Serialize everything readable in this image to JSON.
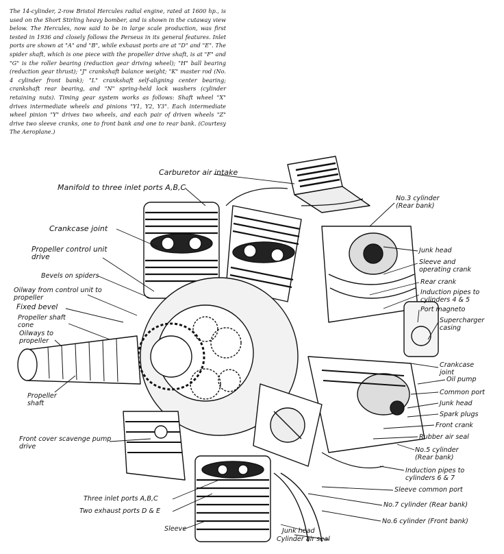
{
  "caption": "The 14-cylinder, 2-row Bristol Hercules radial engine, rated at 1600 hp., is used on the Short Stirling heavy bomber, and is shown in the cutaway view below. The Hercules, now said to be in large scale production, was first tested in 1936 and closely follows the Perseus in its general features. Inlet ports are shown at \"A\" and \"B\", while exhaust ports are at \"D\" and \"E\". The spider shaft, which is one piece with the propeller drive shaft, is at \"F\" and \"G\" is the roller bearing (reduction gear driving wheel); \"H\" ball bearing (reduction gear thrust); \"J\" crankshaft balance weight; \"K\" master rod (No. 4 cylinder front bank); \"L\" crankshaft self-aligning center bearing; crankshaft rear bearing, and \"N\" spring-held lock washers (cylinder retaining nuts). Timing gear system works as follows: Shaft wheel \"X\" drives intermediate wheels and pinions \"Y1, Y2, Y3\". Each intermediate wheel pinion \"Y\" drives two wheels, and each pair of driven wheels \"Z\" drive two sleeve cranks, one to front bank and one to rear bank. (Courtesy The Aeroplane.)",
  "labels": {
    "carburetor_air_intake": "Carburetor air intake",
    "manifold": "Manifold to three inlet ports A,B,C",
    "no3_cylinder": "No.3 cylinder (Rear bank)",
    "crankcase_joint_left": "Crankcase joint",
    "propeller_control_unit_drive": "Propeller control unit drive",
    "junk_head_top": "Junk head",
    "sleeve_operating_crank": "Sleeve and operating crank",
    "bevels_on_spiders": "Bevels on spiders",
    "rear_crank": "Rear crank",
    "oilway": "Oilway from control unit to propeller",
    "induction_pipes_45": "Induction pipes to cylinders 4 & 5",
    "fixed_bevel": "Fixed bevel",
    "port_magneto": "Port magneto",
    "propeller_shaft_cone": "Propeller shaft cone",
    "supercharger_casing": "Supercharger casing",
    "oilways_to_propeller": "Oilways to propeller",
    "crankcase_joint_right": "Crankcase joint",
    "oil_pump": "Oil pump",
    "common_port": "Common port",
    "propeller_shaft": "Propeller shaft",
    "junk_head_mid": "Junk head",
    "spark_plugs": "Spark plugs",
    "front_crank": "Front crank",
    "front_cover_scavenge": "Front cover scavenge pump drive",
    "rubber_air_seal": "Rubber air seal",
    "no5_cylinder": "No.5 cylinder (Rear bank)",
    "induction_pipes_67": "Induction pipes to cylinders 6 & 7",
    "three_inlet_ports": "Three inlet ports A,B,C",
    "sleeve_common_port": "Sleeve common port",
    "two_exhaust_ports": "Two exhaust ports D & E",
    "no7_cylinder": "No.7 cylinder (Rear bank)",
    "sleeve": "Sleeve",
    "junk_head_bottom": "Junk head",
    "no6_cylinder": "No.6 cylinder (Front bank)",
    "cylinder_air_seal": "Cylinder air seal"
  }
}
